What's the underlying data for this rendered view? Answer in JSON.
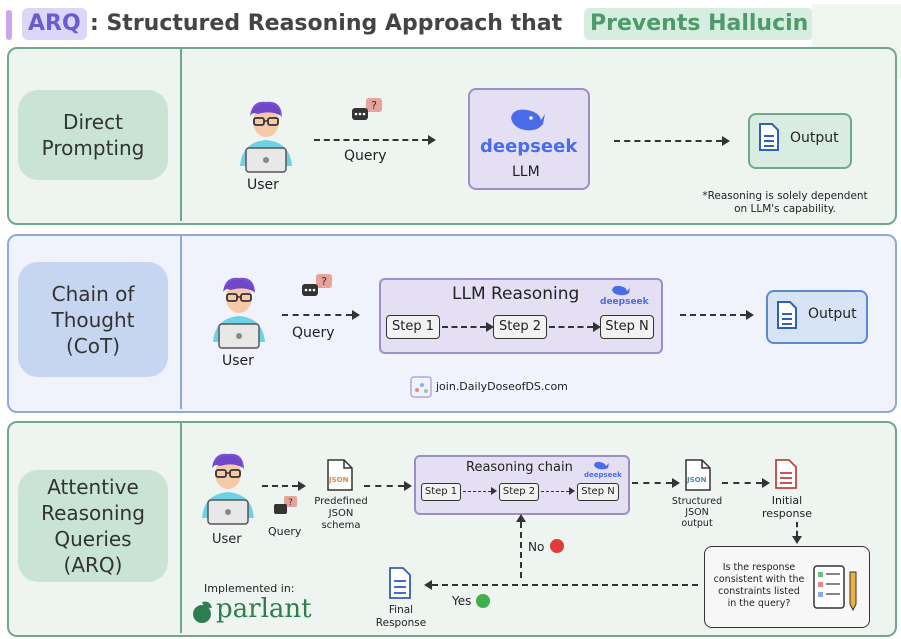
{
  "title": {
    "arq": "ARQ",
    "middle": ": Structured Reasoning Approach that",
    "highlight": "Prevents Hallucin"
  },
  "colors": {
    "green_border": "#6fa88a",
    "blue_border": "#8fa9d8",
    "purple_box": "#e4dff2",
    "red_dot": "#e03b3b",
    "green_dot": "#3fae4f"
  },
  "panel1": {
    "label_line1": "Direct",
    "label_line2": "Prompting",
    "user": "User",
    "query": "Query",
    "brand": "deepseek",
    "llm": "LLM",
    "output": "Output",
    "note_line1": "*Reasoning is solely dependent",
    "note_line2": "on LLM's capability."
  },
  "panel2": {
    "label_line1": "Chain of",
    "label_line2": "Thought",
    "label_line3": "(CoT)",
    "user": "User",
    "query": "Query",
    "reasoning_title": "LLM Reasoning",
    "brand": "deepseek",
    "steps": [
      "Step 1",
      "Step 2",
      "Step N"
    ],
    "output": "Output",
    "watermark": "join.DailyDoseofDS.com"
  },
  "panel3": {
    "label_line1": "Attentive",
    "label_line2": "Reasoning",
    "label_line3": "Queries",
    "label_line4": "(ARQ)",
    "user": "User",
    "query": "Query",
    "json_tag": "JSON",
    "schema_line1": "Predefined",
    "schema_line2": "JSON",
    "schema_line3": "schema",
    "reasoning_title": "Reasoning chain",
    "brand": "deepseek",
    "steps": [
      "Step 1",
      "Step 2",
      "Step N"
    ],
    "structured_line1": "Structured",
    "structured_line2": "JSON",
    "structured_line3": "output",
    "initial_line1": "Initial",
    "initial_line2": "response",
    "check_line1": "Is the response",
    "check_line2": "consistent with the",
    "check_line3": "constraints listed",
    "check_line4": "in the query?",
    "no": "No",
    "yes": "Yes",
    "final_line1": "Final",
    "final_line2": "Response",
    "implemented": "Implemented in:",
    "parlant": "parlant"
  }
}
